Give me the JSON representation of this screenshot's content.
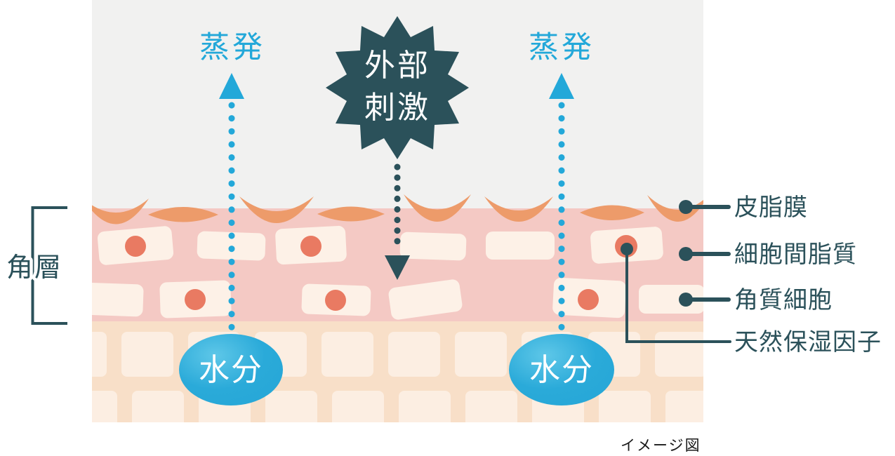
{
  "palette": {
    "panel-bg": "#f1f1f0",
    "skin-pink": "#f4c9c4",
    "cell-cream": "#fdf1e7",
    "nmf-red": "#e97a62",
    "sebum-orange": "#ed9b6a",
    "mortar-peach": "#f8dfc8",
    "brick-cream": "#fceee2",
    "water-blue": "#23a8d9",
    "water-blue-light": "#5ec7e8",
    "deep-teal": "#2b515a",
    "caption-dark": "#1a1a1a"
  },
  "labels": {
    "evaporation_left": "蒸発",
    "evaporation_right": "蒸発",
    "external_stimulus_line1": "外部",
    "external_stimulus_line2": "刺激",
    "moisture_left": "水分",
    "moisture_right": "水分",
    "stratum_corneum": "角層",
    "caption": "イメージ図"
  },
  "legend": {
    "items": [
      {
        "label": "皮脂膜"
      },
      {
        "label": "細胞間脂質"
      },
      {
        "label": "角質細胞"
      },
      {
        "label": "天然保湿因子"
      }
    ]
  }
}
